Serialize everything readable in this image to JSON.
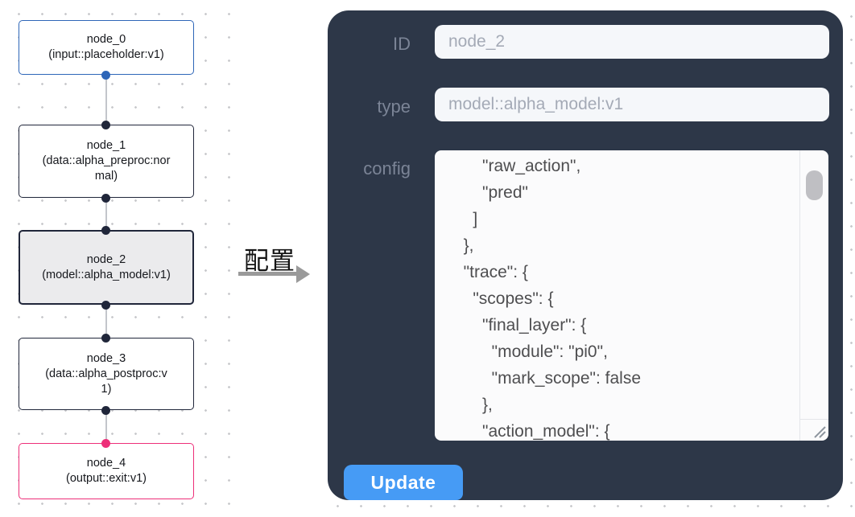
{
  "flow": {
    "nodes": [
      {
        "title": "node_0",
        "subtitle": "(input::placeholder:v1)"
      },
      {
        "title": "node_1",
        "subtitle": "(data::alpha_preproc:normal)"
      },
      {
        "title": "node_2",
        "subtitle": "(model::alpha_model:v1)"
      },
      {
        "title": "node_3",
        "subtitle": "(data::alpha_postproc:v1)"
      },
      {
        "title": "node_4",
        "subtitle": "(output::exit:v1)"
      }
    ]
  },
  "annotation": {
    "label": "配置"
  },
  "panel": {
    "id_label": "ID",
    "id_value": "node_2",
    "type_label": "type",
    "type_value": "model::alpha_model:v1",
    "config_label": "config",
    "config_text": "      \"raw_action\",\n      \"pred\"\n    ]\n  },\n  \"trace\": {\n    \"scopes\": {\n      \"final_layer\": {\n        \"module\": \"pi0\",\n        \"mark_scope\": false\n      },\n      \"action_model\": {",
    "update_label": "Update"
  },
  "colors": {
    "panel-bg": "#2d3748",
    "accent-blue": "#469bf5",
    "input-node-border": "#2e66b8",
    "output-node-border": "#ed2f79",
    "node-border": "#20263a",
    "selected-node-bg": "#ebebed",
    "field-bg": "#f5f7fa",
    "field-text": "#a4aab6",
    "label-text": "#7b8496",
    "config-text": "#4e4e50",
    "edge": "#c3c6cb",
    "grid-dot": "#c9cacd",
    "arrow": "#9a9a9a"
  }
}
